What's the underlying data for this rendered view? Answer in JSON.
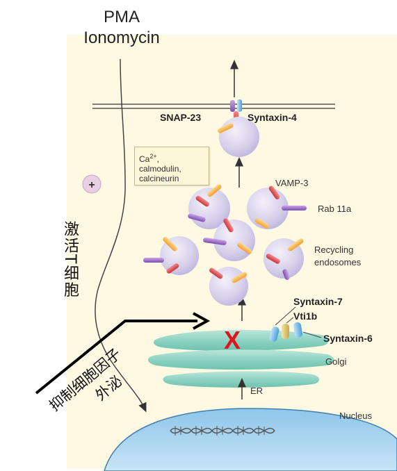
{
  "stimulus": {
    "line1": "PMA",
    "line2": "Ionomycin"
  },
  "membrane_proteins": {
    "snap23": "SNAP-23",
    "syntaxin4": "Syntaxin-4"
  },
  "signal_box": {
    "line1": "Ca2+,",
    "line2": "calmodulin,",
    "line3": "calcineurin"
  },
  "plus_sign": "+",
  "vesicle_labels": {
    "vamp3": "VAMP-3",
    "rab11a": "Rab 11a",
    "recycling": "Recycling",
    "endosomes": "endosomes"
  },
  "golgi_proteins": {
    "syntaxin7": "Syntaxin-7",
    "vti1b": "Vti1b",
    "syntaxin6": "Syntaxin-6"
  },
  "organelles": {
    "golgi": "Golgi",
    "er": "ER",
    "nucleus": "Nucleus"
  },
  "annotation_activate": "激活T细胞",
  "annotation_inhibit": {
    "line1": "抑制细胞因子",
    "line2": "外泌"
  },
  "block_mark": "X",
  "colors": {
    "background": "#fdf9e3",
    "vesicle": "#d9d3ec",
    "golgi": "#8fd3c3",
    "nucleus": "#a9d3ee",
    "block": "#e0151b",
    "membrane": "#555555"
  }
}
